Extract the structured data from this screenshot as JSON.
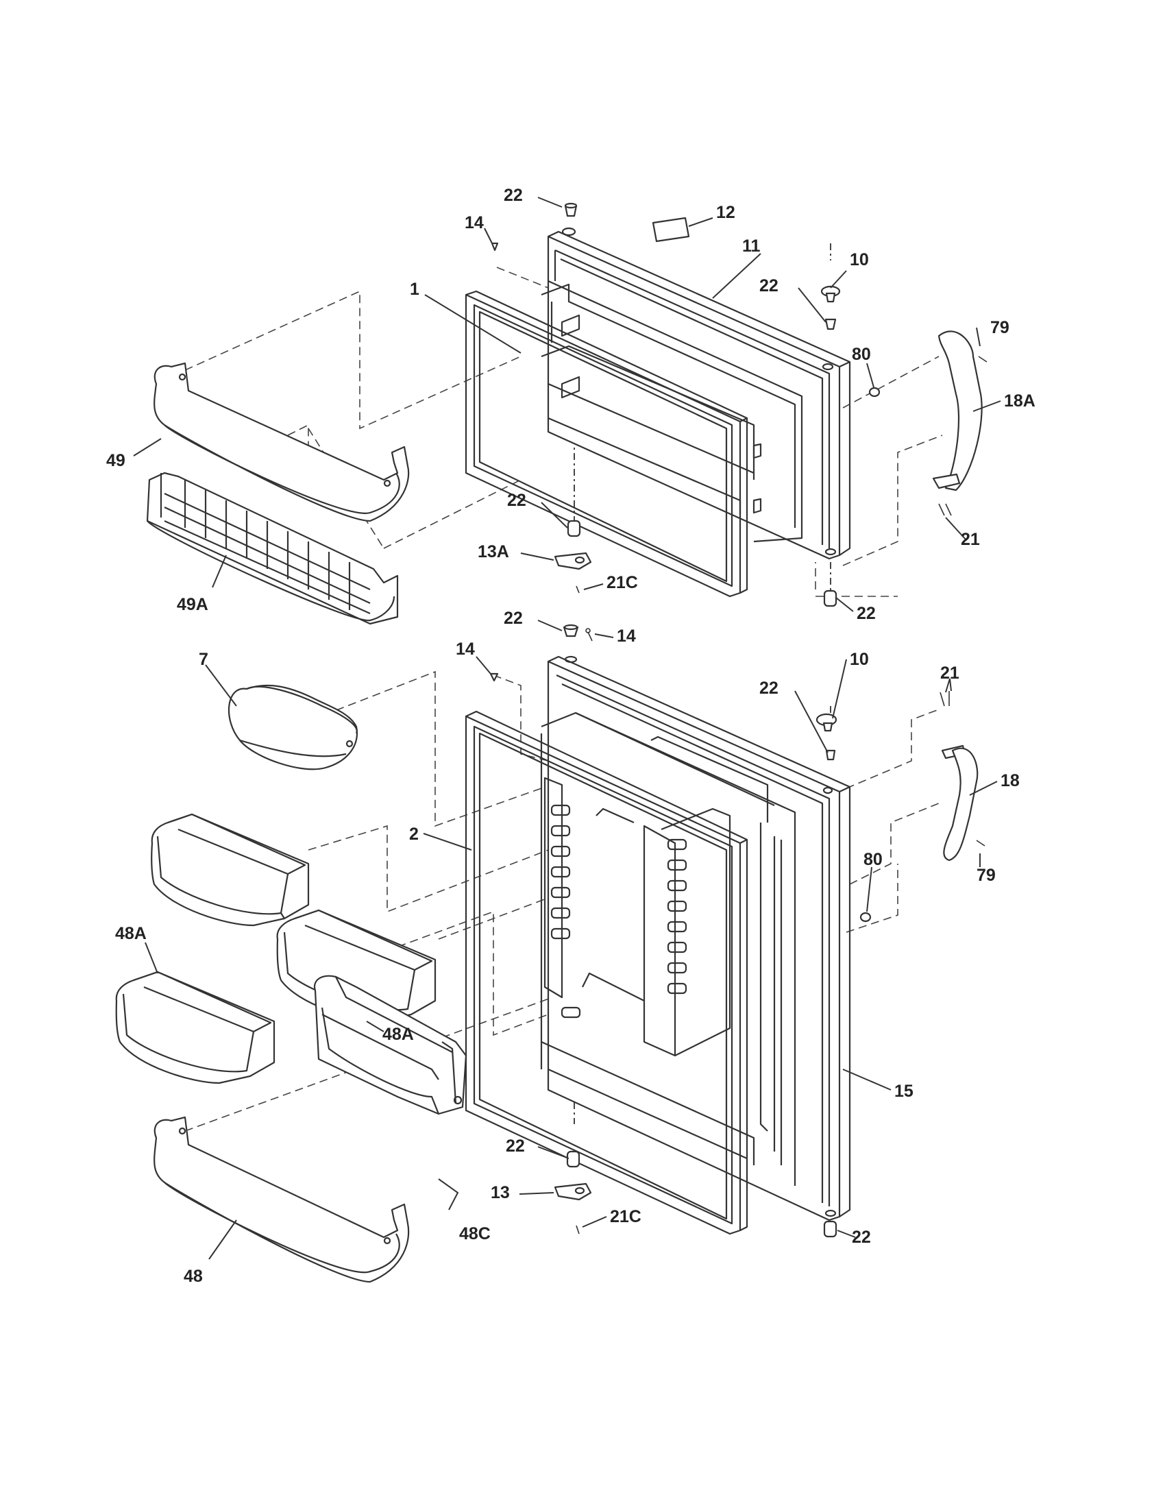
{
  "callouts": {
    "c22a": "22",
    "c12": "12",
    "c14a": "14",
    "c11": "11",
    "c10a": "10",
    "c22b": "22",
    "c1": "1",
    "c79a": "79",
    "c80a": "80",
    "c18A": "18A",
    "c49": "49",
    "c22c": "22",
    "c21a": "21",
    "c13A": "13A",
    "c21Ca": "21C",
    "c49A": "49A",
    "c22d": "22",
    "c22e": "22",
    "c14b": "14",
    "c14c": "14",
    "c7": "7",
    "c10b": "10",
    "c22f": "22",
    "c21b": "21",
    "c18": "18",
    "c2": "2",
    "c80b": "80",
    "c79b": "79",
    "c48Aa": "48A",
    "c48Ab": "48A",
    "c15": "15",
    "c22g": "22",
    "c13": "13",
    "c48C": "48C",
    "c21Cb": "21C",
    "c22h": "22",
    "c48": "48"
  }
}
